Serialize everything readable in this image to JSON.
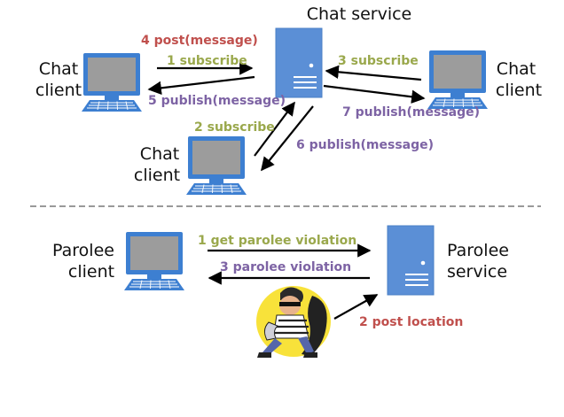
{
  "colors": {
    "subscribe": "#9aa84c",
    "publish": "#7d63a4",
    "post": "#c0504d",
    "server_body": "#5b8fd6",
    "screen": "#9c9c9c",
    "device_blue": "#3d7fd1"
  },
  "nodes": {
    "chat_service": "Chat service",
    "chat_client_left": [
      "Chat",
      "client"
    ],
    "chat_client_right": [
      "Chat",
      "client"
    ],
    "chat_client_bottom": [
      "Chat",
      "client"
    ],
    "parolee_client": [
      "Parolee",
      "client"
    ],
    "parolee_service": [
      "Parolee",
      "service"
    ]
  },
  "edges": {
    "post_message": "4 post(message)",
    "subscribe_1": "1 subscribe",
    "subscribe_3": "3 subscribe",
    "publish_5": "5 publish(message)",
    "publish_7": "7 publish(message)",
    "subscribe_2": "2 subscribe",
    "publish_6": "6 publish(message)",
    "get_violation": "1 get parolee violation",
    "parolee_violation": "3 parolee violation",
    "post_location": "2 post location"
  },
  "icons": {
    "server": "server-icon",
    "computer": "computer-icon",
    "burglar": "burglar-clipart-icon"
  }
}
